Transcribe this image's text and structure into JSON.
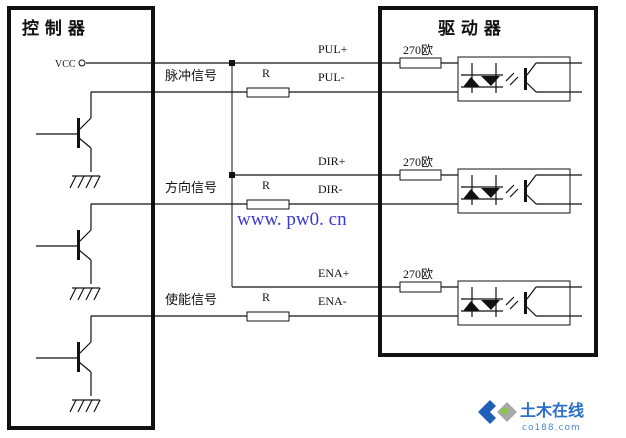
{
  "controller": {
    "title": "控 制 器",
    "vcc_label": "VCC"
  },
  "driver": {
    "title": "驱 动 器"
  },
  "channels": [
    {
      "signal": "脉冲信号",
      "plus": "PUL+",
      "minus": "PUL-",
      "r_label": "R",
      "r_drv": "270欧"
    },
    {
      "signal": "方向信号",
      "plus": "DIR+",
      "minus": "DIR-",
      "r_label": "R",
      "r_drv": "270欧"
    },
    {
      "signal": "使能信号",
      "plus": "ENA+",
      "minus": "ENA-",
      "r_label": "R",
      "r_drv": "270欧"
    }
  ],
  "watermark": "www. pw0. cn",
  "logo": {
    "cn": "土木在线",
    "en": "co188.com"
  },
  "colors": {
    "line": "#111111",
    "watermark": "#3a3acf",
    "logo_blue": "#1f5fb8",
    "logo_gray": "#a8a8a8",
    "logo_green": "#8cc63f"
  }
}
